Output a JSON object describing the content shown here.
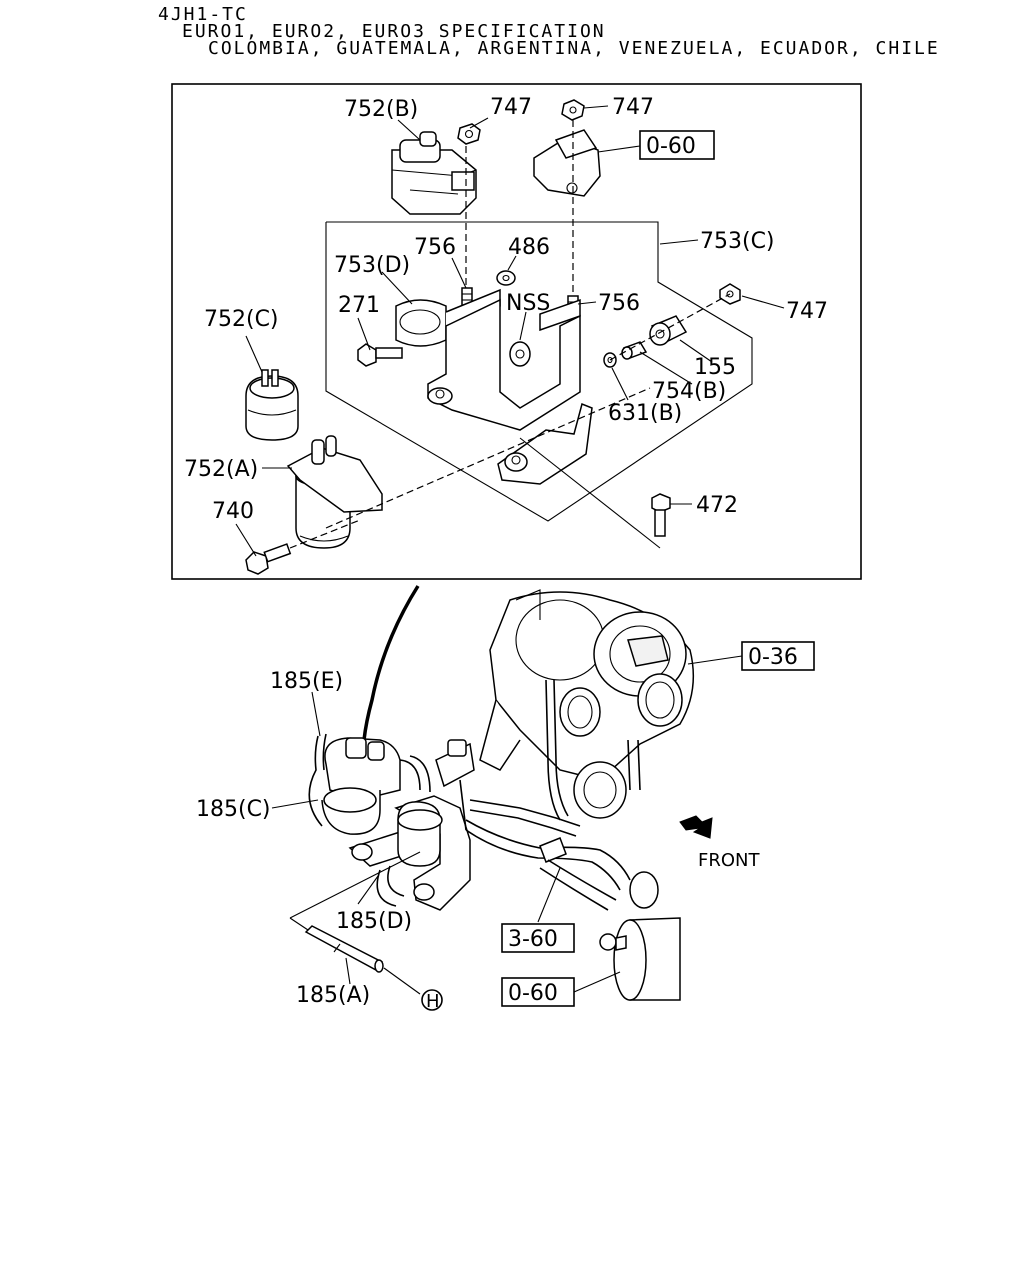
{
  "header": {
    "engine": "4JH1-TC",
    "spec": "EURO1, EURO2, EURO3 SPECIFICATION",
    "markets": "COLOMBIA, GUATEMALA, ARGENTINA, VENEZUELA, ECUADOR, CHILE"
  },
  "callouts": {
    "c752b": "752(B)",
    "c747a": "747",
    "c747b": "747",
    "c060a": "0-60",
    "c753c": "753(C)",
    "c486": "486",
    "c756a": "756",
    "c753d": "753(D)",
    "c271": "271",
    "cnss": "NSS",
    "c756b": "756",
    "c747c": "747",
    "c752c": "752(C)",
    "c155": "155",
    "c754b": "754(B)",
    "c631b": "631(B)",
    "c752a": "752(A)",
    "c472": "472",
    "c740": "740",
    "c036": "0-36",
    "c185e": "185(E)",
    "c185c": "185(C)",
    "cfront": "FRONT",
    "c185d": "185(D)",
    "c360": "3-60",
    "c185a": "185(A)",
    "chh": "H",
    "c060b": "0-60"
  }
}
